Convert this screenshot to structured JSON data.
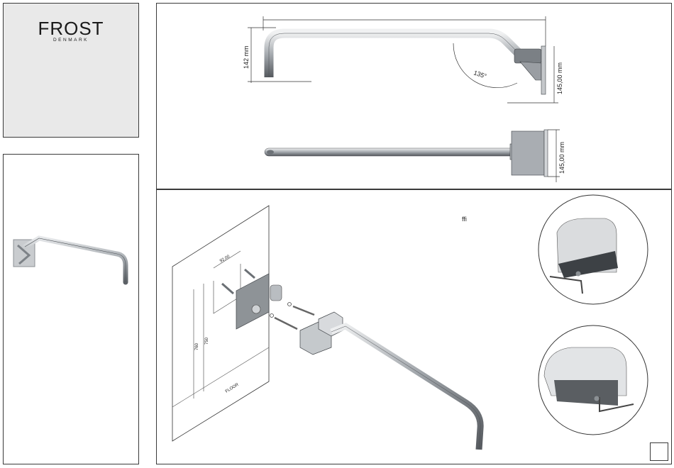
{
  "brand": {
    "name": "FROST",
    "sub": "DENMARK"
  },
  "dimensions": {
    "height_front": "142 mm",
    "angle": "135°",
    "bracket_height_front": "145,00 mm",
    "bracket_height_top": "145,00 mm"
  },
  "assembly": {
    "hole_spacing": "92,00",
    "height_outer": "760",
    "height_inner": "750",
    "floor_label": "FLOOR",
    "stray_mark": "ffi"
  },
  "colors": {
    "panel_border": "#3a3a3a",
    "logo_bg": "#e9e9e9",
    "steel": "#9aa0a6"
  }
}
